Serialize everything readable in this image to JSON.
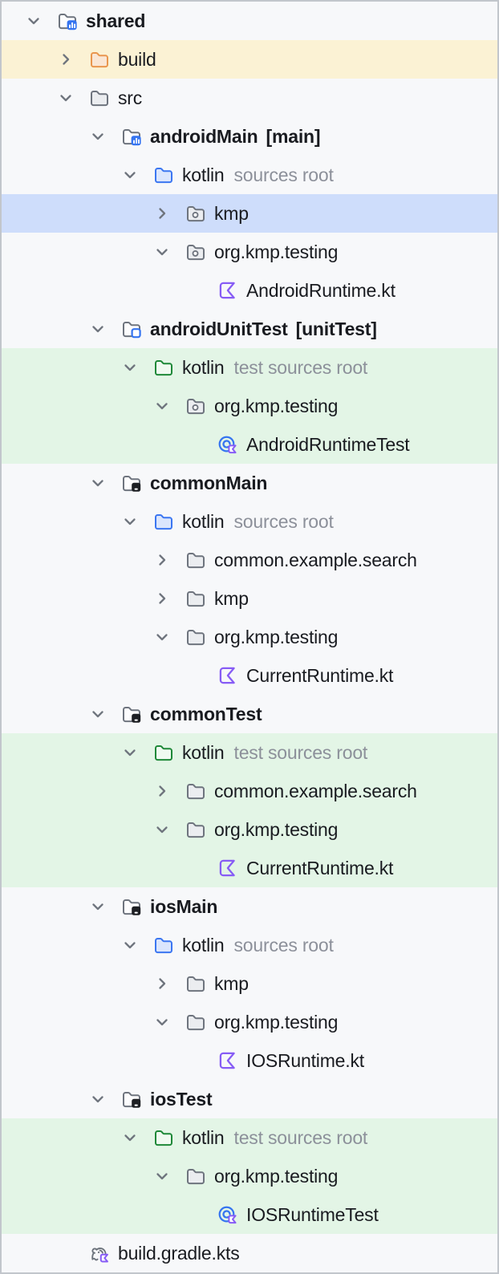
{
  "tree": {
    "colors": {
      "bg": "#F7F8FA",
      "border": "#C2C6CC",
      "selection_bg": "#CEDDFB",
      "excluded_bg": "#FBF2D4",
      "test_bg": "#E3F5E6",
      "text": "#191B20",
      "hint_text": "#8C909A",
      "chevron": "#6F757E",
      "folder_stroke": "#6E747E",
      "folder_fill": "#EBEDF0",
      "excluded_folder_stroke": "#E9964E",
      "excluded_folder_fill": "#FAE6D4",
      "sources_folder_stroke": "#3B76F1",
      "sources_folder_fill": "#DBE6FD",
      "test_folder_stroke": "#1E8838",
      "test_folder_fill": "#F0FAF1",
      "accent_blue": "#3574F0",
      "kotlin_purple": "#875CF5",
      "badge_dark": "#1D1F23",
      "gradle_gray": "#6C737C"
    },
    "rows": [
      {
        "label": "shared",
        "level": 0,
        "icon": "module-android",
        "chevron": "expanded",
        "bold": true,
        "bg": "default"
      },
      {
        "label": "build",
        "level": 1,
        "icon": "folder-excluded",
        "chevron": "collapsed",
        "bold": false,
        "bg": "excluded"
      },
      {
        "label": "src",
        "level": 1,
        "icon": "folder",
        "chevron": "expanded",
        "bold": false,
        "bg": "default"
      },
      {
        "label": "androidMain",
        "suffix": "[main]",
        "level": 2,
        "icon": "module-android",
        "chevron": "expanded",
        "bold": true,
        "bg": "default"
      },
      {
        "label": "kotlin",
        "hint": "sources root",
        "level": 3,
        "icon": "folder-sources-root",
        "chevron": "expanded",
        "bold": false,
        "bg": "default"
      },
      {
        "label": "kmp",
        "level": 4,
        "icon": "package",
        "chevron": "collapsed",
        "bold": false,
        "bg": "selected"
      },
      {
        "label": "org.kmp.testing",
        "level": 4,
        "icon": "package",
        "chevron": "expanded",
        "bold": false,
        "bg": "default"
      },
      {
        "label": "AndroidRuntime.kt",
        "level": 5,
        "icon": "kotlin-file",
        "chevron": null,
        "bold": false,
        "bg": "default"
      },
      {
        "label": "androidUnitTest",
        "suffix": "[unitTest]",
        "level": 2,
        "icon": "module-test",
        "chevron": "expanded",
        "bold": true,
        "bg": "default"
      },
      {
        "label": "kotlin",
        "hint": "test sources root",
        "level": 3,
        "icon": "folder-test-root",
        "chevron": "expanded",
        "bold": false,
        "bg": "test"
      },
      {
        "label": "org.kmp.testing",
        "level": 4,
        "icon": "package",
        "chevron": "expanded",
        "bold": false,
        "bg": "test"
      },
      {
        "label": "AndroidRuntimeTest",
        "level": 5,
        "icon": "kotlin-test-class",
        "chevron": null,
        "bold": false,
        "bg": "test"
      },
      {
        "label": "commonMain",
        "level": 2,
        "icon": "module-common",
        "chevron": "expanded",
        "bold": true,
        "bg": "default"
      },
      {
        "label": "kotlin",
        "hint": "sources root",
        "level": 3,
        "icon": "folder-sources-root",
        "chevron": "expanded",
        "bold": false,
        "bg": "default"
      },
      {
        "label": "common.example.search",
        "level": 4,
        "icon": "folder",
        "chevron": "collapsed",
        "bold": false,
        "bg": "default"
      },
      {
        "label": "kmp",
        "level": 4,
        "icon": "folder",
        "chevron": "collapsed",
        "bold": false,
        "bg": "default"
      },
      {
        "label": "org.kmp.testing",
        "level": 4,
        "icon": "folder",
        "chevron": "expanded",
        "bold": false,
        "bg": "default"
      },
      {
        "label": "CurrentRuntime.kt",
        "level": 5,
        "icon": "kotlin-file",
        "chevron": null,
        "bold": false,
        "bg": "default"
      },
      {
        "label": "commonTest",
        "level": 2,
        "icon": "module-common",
        "chevron": "expanded",
        "bold": true,
        "bg": "default"
      },
      {
        "label": "kotlin",
        "hint": "test sources root",
        "level": 3,
        "icon": "folder-test-root",
        "chevron": "expanded",
        "bold": false,
        "bg": "test"
      },
      {
        "label": "common.example.search",
        "level": 4,
        "icon": "folder",
        "chevron": "collapsed",
        "bold": false,
        "bg": "test"
      },
      {
        "label": "org.kmp.testing",
        "level": 4,
        "icon": "folder",
        "chevron": "expanded",
        "bold": false,
        "bg": "test"
      },
      {
        "label": "CurrentRuntime.kt",
        "level": 5,
        "icon": "kotlin-file",
        "chevron": null,
        "bold": false,
        "bg": "test"
      },
      {
        "label": "iosMain",
        "level": 2,
        "icon": "module-common",
        "chevron": "expanded",
        "bold": true,
        "bg": "default"
      },
      {
        "label": "kotlin",
        "hint": "sources root",
        "level": 3,
        "icon": "folder-sources-root",
        "chevron": "expanded",
        "bold": false,
        "bg": "default"
      },
      {
        "label": "kmp",
        "level": 4,
        "icon": "folder",
        "chevron": "collapsed",
        "bold": false,
        "bg": "default"
      },
      {
        "label": "org.kmp.testing",
        "level": 4,
        "icon": "folder",
        "chevron": "expanded",
        "bold": false,
        "bg": "default"
      },
      {
        "label": "IOSRuntime.kt",
        "level": 5,
        "icon": "kotlin-file",
        "chevron": null,
        "bold": false,
        "bg": "default"
      },
      {
        "label": "iosTest",
        "level": 2,
        "icon": "module-common",
        "chevron": "expanded",
        "bold": true,
        "bg": "default"
      },
      {
        "label": "kotlin",
        "hint": "test sources root",
        "level": 3,
        "icon": "folder-test-root",
        "chevron": "expanded",
        "bold": false,
        "bg": "test"
      },
      {
        "label": "org.kmp.testing",
        "level": 4,
        "icon": "folder",
        "chevron": "expanded",
        "bold": false,
        "bg": "test"
      },
      {
        "label": "IOSRuntimeTest",
        "level": 5,
        "icon": "kotlin-test-class",
        "chevron": null,
        "bold": false,
        "bg": "test"
      },
      {
        "label": "build.gradle.kts",
        "level": 1,
        "icon": "gradle-kts",
        "chevron": null,
        "bold": false,
        "bg": "default"
      }
    ]
  }
}
